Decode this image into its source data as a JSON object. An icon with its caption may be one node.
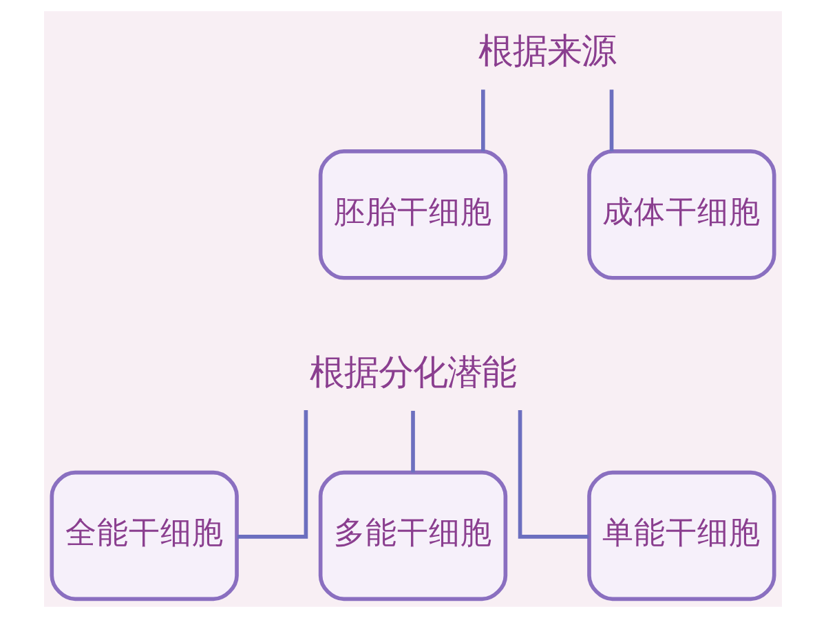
{
  "diagram": {
    "nodes": [
      {
        "text": [
          "根据来源"
        ]
      },
      {
        "text": [
          "胚胎干细胞"
        ]
      },
      {
        "text": [
          "成体干细胞"
        ]
      },
      {
        "text": [
          "根据分化潜能"
        ]
      },
      {
        "text": [
          "全能干细胞"
        ]
      },
      {
        "text": [
          "多能干细胞"
        ]
      },
      {
        "text": [
          "单能干细胞"
        ]
      }
    ],
    "edges": [
      {
        "from": 0,
        "to": 1,
        "arrow": "none"
      },
      {
        "from": 0,
        "to": 2,
        "arrow": "none"
      },
      {
        "from": 3,
        "to": 4,
        "arrow": "none"
      },
      {
        "from": 3,
        "to": 5,
        "arrow": "none"
      },
      {
        "from": 3,
        "to": 6,
        "arrow": "none"
      }
    ]
  }
}
